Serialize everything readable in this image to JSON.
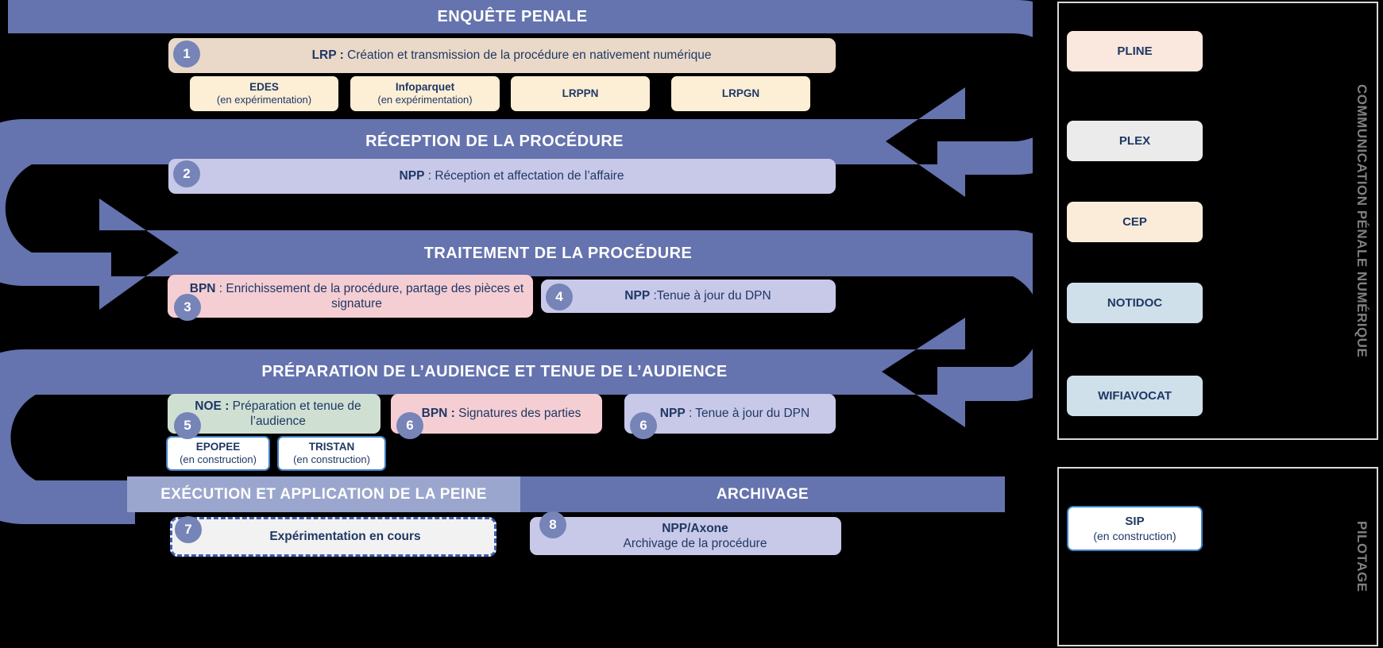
{
  "colors": {
    "arrow": "#6573ae",
    "band_text": "#ffffff",
    "card_text": "#1f3864",
    "badge": "#7684b8",
    "beige": "#ead9c8",
    "cream": "#fdeed6",
    "lavender": "#c8c9e8",
    "pink": "#f5ced3",
    "green": "#cfe0d3",
    "grey_light": "#f2f2f2",
    "rail_pink": "#fae7de",
    "rail_grey": "#ebebeb",
    "rail_cream": "#fbecd9",
    "rail_blue": "#cfe0ea",
    "exec_bar": "#9aa6cd",
    "panel_border": "#d9d9d9",
    "vlabel": "#7f7f7f",
    "outline_blue": "#3f7fc1"
  },
  "flow": {
    "sections": [
      {
        "id": "enquete",
        "title": "ENQUÊTE PENALE"
      },
      {
        "id": "reception",
        "title": "RÉCEPTION DE LA PROCÉDURE"
      },
      {
        "id": "traitement",
        "title": "TRAITEMENT  DE LA PROCÉDURE"
      },
      {
        "id": "audience",
        "title": "PRÉPARATION DE L’AUDIENCE ET TENUE  DE L’AUDIENCE"
      },
      {
        "id": "execution",
        "title": "EXÉCUTION ET APPLICATION DE LA PEINE"
      },
      {
        "id": "archivage",
        "title": "ARCHIVAGE"
      }
    ],
    "steps": [
      {
        "num": "1",
        "app": "LRP :",
        "text": " Création et transmission de la procédure en nativement numérique"
      },
      {
        "num": "2",
        "app": "NPP",
        "text": " : Réception et affectation de l’affaire"
      },
      {
        "num": "3",
        "app": "BPN",
        "text": " : Enrichissement de la procédure, partage des pièces et signature"
      },
      {
        "num": "4",
        "app": "NPP",
        "text": " :Tenue à jour du DPN"
      },
      {
        "num": "5",
        "app": "NOE :",
        "text": " Préparation et tenue de l’audience"
      },
      {
        "num": "6",
        "app": "BPN :",
        "text": " Signatures des parties"
      },
      {
        "num": "6",
        "app": "NPP",
        "text": " : Tenue à jour du DPN"
      },
      {
        "num": "7",
        "app": "",
        "text": "Expérimentation en cours"
      },
      {
        "num": "8",
        "app": "NPP/Axone",
        "text": "Archivage de la procédure"
      }
    ],
    "tools_step1": [
      {
        "name": "EDES",
        "sub": "(en expérimentation)"
      },
      {
        "name": "Infoparquet",
        "sub": "(en expérimentation)"
      },
      {
        "name": "LRPPN",
        "sub": ""
      },
      {
        "name": "LRPGN",
        "sub": ""
      }
    ],
    "tools_step5": [
      {
        "name": "EPOPEE",
        "sub": "(en construction)"
      },
      {
        "name": "TRISTAN",
        "sub": "(en construction)"
      }
    ]
  },
  "rails": [
    {
      "id": "cpn",
      "vlabel": "COMMUNICATION PÉNALE NUMÉRIQUE",
      "boxes": [
        {
          "name": "PLINE",
          "sub": ""
        },
        {
          "name": "PLEX",
          "sub": ""
        },
        {
          "name": "CEP",
          "sub": ""
        },
        {
          "name": "NOTIDOC",
          "sub": ""
        },
        {
          "name": "WIFIAVOCAT",
          "sub": ""
        }
      ]
    },
    {
      "id": "pilotage",
      "vlabel": "PILOTAGE",
      "boxes": [
        {
          "name": "SIP",
          "sub": "(en construction)"
        }
      ]
    }
  ]
}
